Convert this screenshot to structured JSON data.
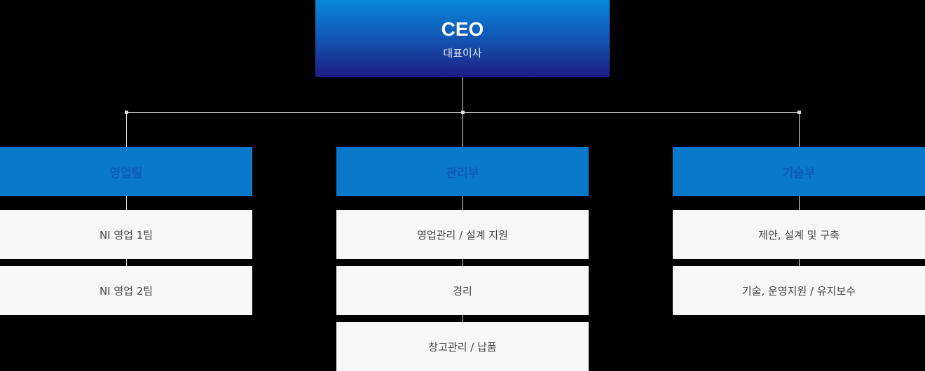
{
  "ceo": {
    "title": "CEO",
    "subtitle": "대표이사"
  },
  "departments": [
    {
      "name": "영업팀",
      "units": [
        "NI 영업 1팀",
        "NI 영업 2팀"
      ]
    },
    {
      "name": "관리부",
      "units": [
        "영업관리 / 설계 지원",
        "경리",
        "창고관리 / 납품"
      ]
    },
    {
      "name": "기술부",
      "units": [
        "제안, 설계 및 구축",
        "기술, 운영지원 / 유지보수"
      ]
    }
  ],
  "colors": {
    "ceo_gradient_top": "#0788d9",
    "ceo_gradient_bottom": "#1e1d83",
    "department_bg": "#0a78cb",
    "department_text": "#0a5cb8",
    "unit_bg": "#f7f7f7",
    "unit_text": "#444444",
    "connector": "#dcdcdc",
    "background": "#000000"
  }
}
